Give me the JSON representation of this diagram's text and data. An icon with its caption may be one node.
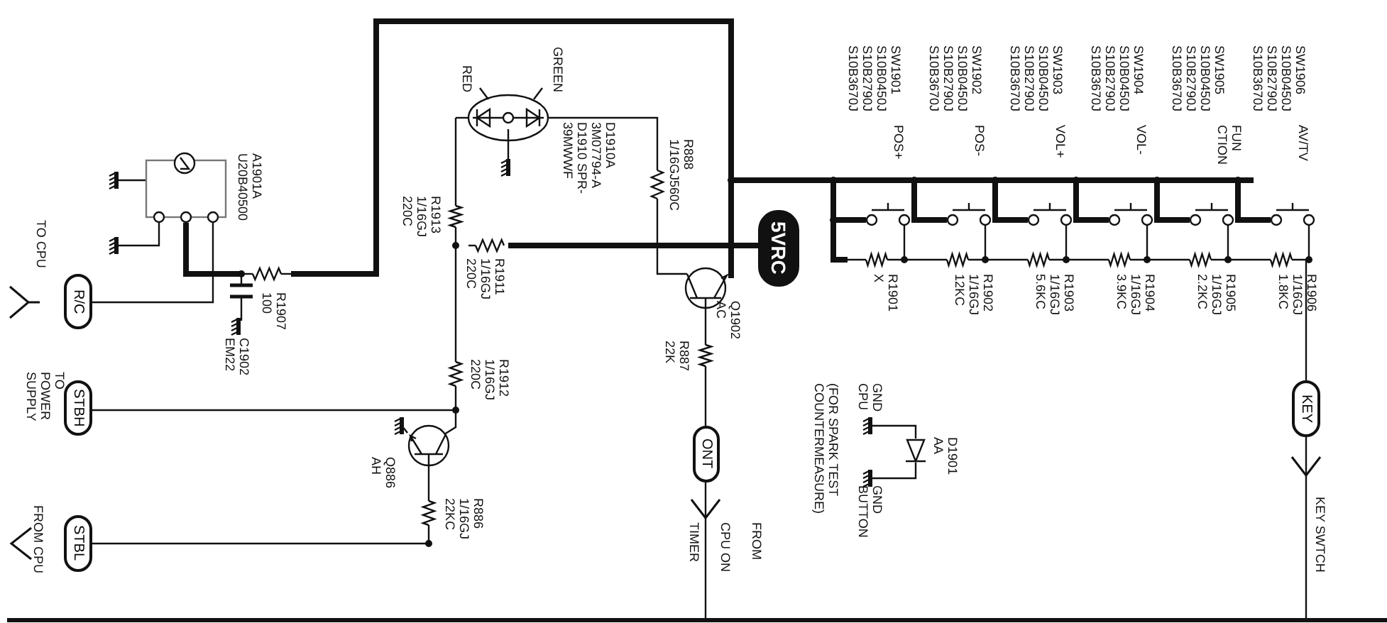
{
  "diagram": {
    "nodes": [
      {
        "text": [
          "R/C"
        ]
      },
      {
        "text": [
          "STBH"
        ]
      },
      {
        "text": [
          "STBL"
        ]
      },
      {
        "text": [
          "5VRC"
        ]
      },
      {
        "text": [
          "ONT"
        ]
      },
      {
        "text": [
          "KEY"
        ]
      }
    ],
    "labels": [
      "TO CPU",
      "TO POWER SUPPLY",
      "FROM CPU",
      "A1901A U20B40500",
      "R1907 100",
      "C1902 EM22",
      "RED",
      "GREEN",
      "D1910A 3M07794-A D1910 SPR-39MWWF",
      "R1913 1/16GJ 220C",
      "R1911 1/16GJ 220C",
      "R1912 1/16GJ 220C",
      "Q886 AH",
      "R886 1/16GJ 22KC",
      "R888 1/16GJ560C",
      "Q1902 AC",
      "R887 22K",
      "FROM CPU ON TIMER",
      "(FOR SPARK TEST COUNTERMEASURE)",
      "SW1901 S10B0450J S10B2790J S10B3670J",
      "POS+",
      "SW1902 S10B0450J S10B2790J S10B3670J",
      "POS-",
      "SW1903 S10B0450J S10B2790J S10B3670J",
      "VOL+",
      "SW1904 S10B0450J S10B2790J S10B3670J",
      "VOL-",
      "SW1905 S10B0450J S10B2790J S10B3670J",
      "FUN CTION",
      "SW1906 S10B0450J S10B2790J S10B3670J",
      "AV/TV",
      "R1901 X",
      "R1902 1/16GJ 12KC",
      "R1903 1/16GJ 5.6KC",
      "R1904 1/16GJ 3.9KC",
      "R1905 1/16GJ 2.2KC",
      "R1906 1/16GJ 1.8KC",
      "GND CPU",
      "D1901 AA",
      "GND BUTTON",
      "KEY SWTCH"
    ]
  }
}
